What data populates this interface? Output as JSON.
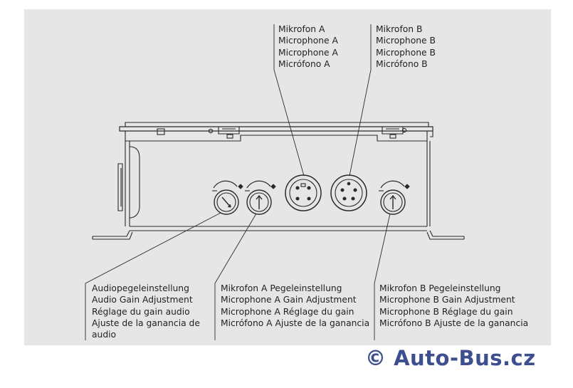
{
  "labels": {
    "mic_a": [
      "Mikrofon A",
      "Microphone A",
      "Microphone A",
      "Micrófono A"
    ],
    "mic_b": [
      "Mikrofon B",
      "Microphone B",
      "Microphone B",
      "Micrófono B"
    ],
    "audio_gain": [
      "Audiopegeleinstellung",
      "Audio Gain Adjustment",
      "Réglage du gain audio",
      "Ajuste de la ganancia de",
      "audio"
    ],
    "mic_a_gain": [
      "Mikrofon A Pegeleinstellung",
      "Microphone A Gain Adjustment",
      "Microphone A Réglage du gain",
      "Micrófono A Ajuste de la ganancia"
    ],
    "mic_b_gain": [
      "Mikrofon B Pegeleinstellung",
      "Microphone B Gain Adjustment",
      "Microphone B Réglage du gain",
      "Micrófono B Ajuste de la ganancia"
    ]
  },
  "watermark": "© Auto-Bus.cz",
  "colors": {
    "panel": "#e6e6e6",
    "line": "#2a2a2a",
    "watermark": "#3d4f8f"
  },
  "icons": [
    "audio-gain-knob-icon",
    "mic-a-gain-knob-icon",
    "mic-a-connector-icon",
    "mic-b-connector-icon",
    "mic-b-gain-knob-icon"
  ]
}
